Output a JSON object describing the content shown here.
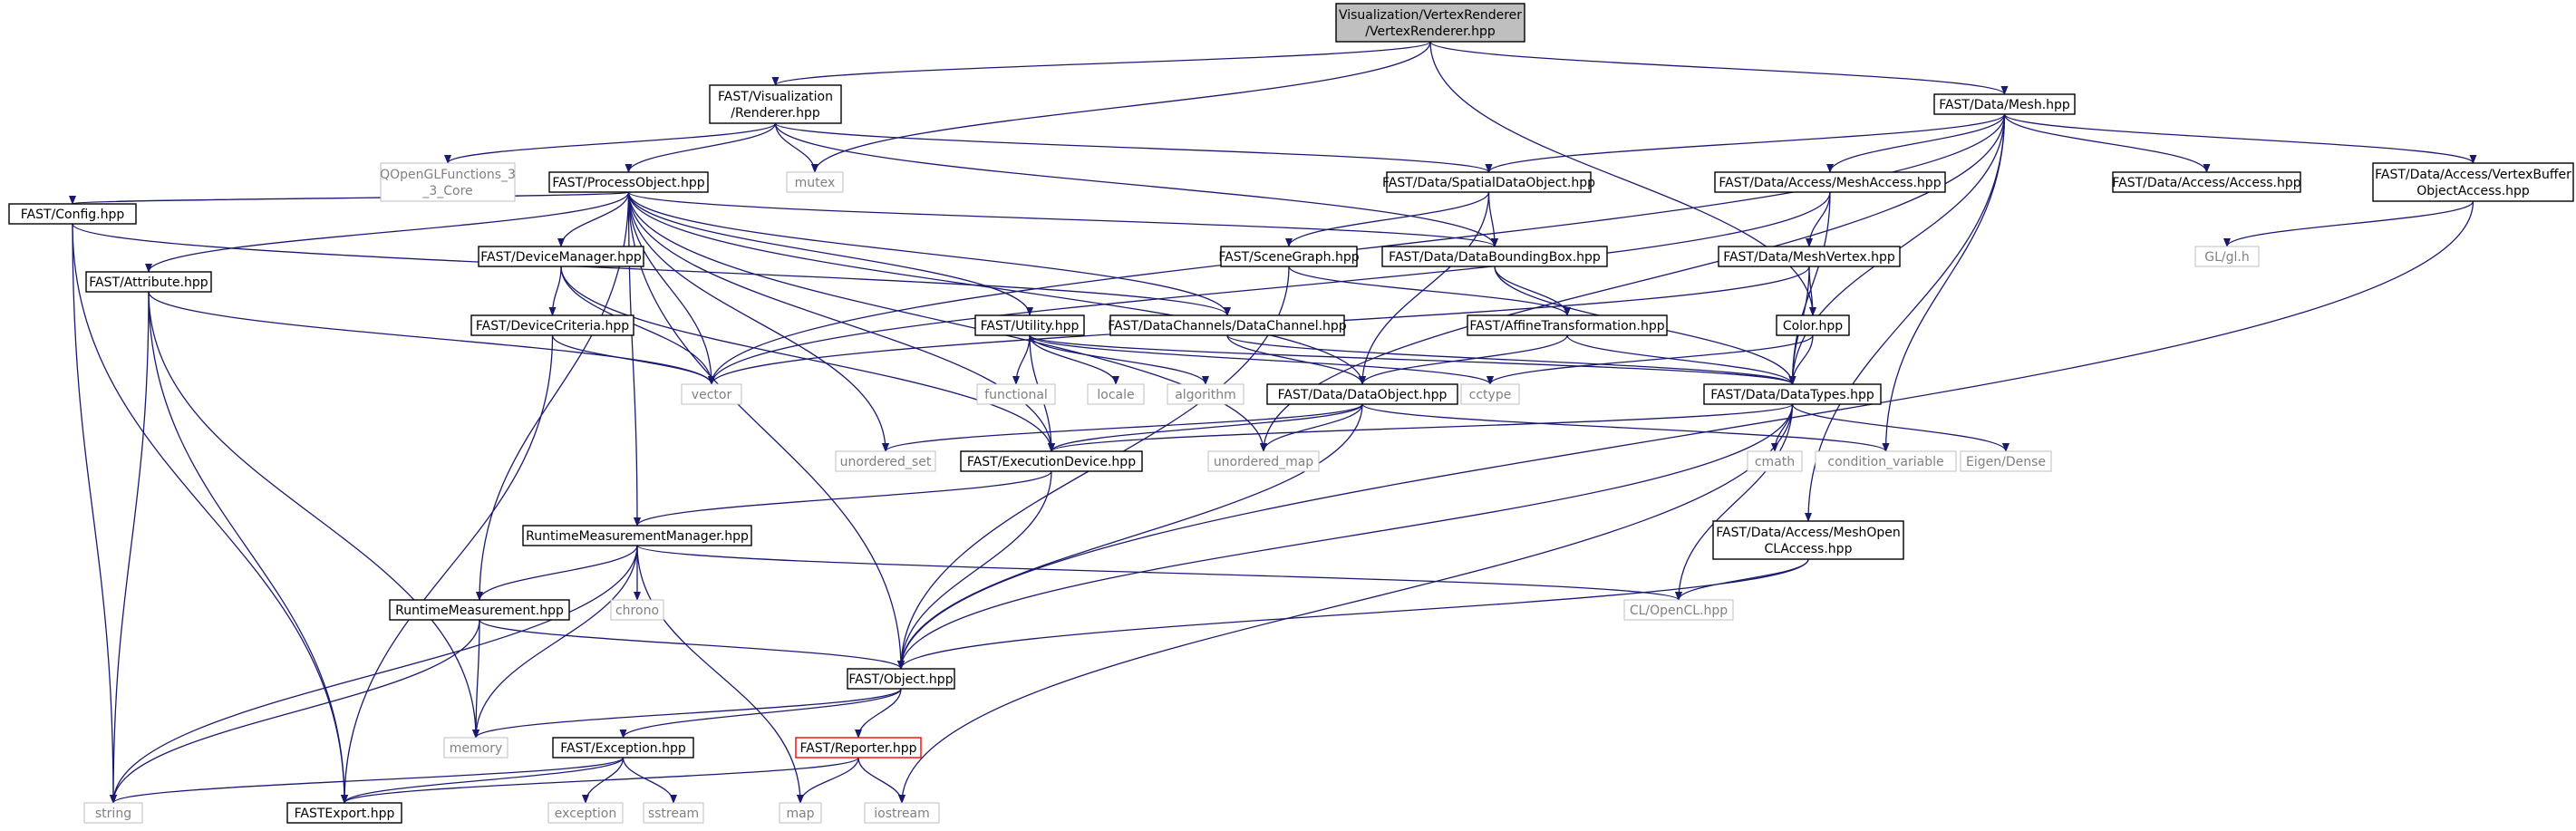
{
  "diagram": {
    "type": "include-dependency-graph",
    "nodes": [
      {
        "id": "root",
        "lines": [
          "Visualization/VertexRenderer",
          "/VertexRenderer.hpp"
        ],
        "style": "root"
      },
      {
        "id": "renderer",
        "lines": [
          "FAST/Visualization",
          "/Renderer.hpp"
        ]
      },
      {
        "id": "mesh",
        "lines": [
          "FAST/Data/Mesh.hpp"
        ]
      },
      {
        "id": "qopengl",
        "lines": [
          "QOpenGLFunctions_3",
          "_3_Core"
        ],
        "style": "sys"
      },
      {
        "id": "mutex",
        "lines": [
          "mutex"
        ],
        "style": "sys"
      },
      {
        "id": "processobject",
        "lines": [
          "FAST/ProcessObject.hpp"
        ]
      },
      {
        "id": "spatialdataobject",
        "lines": [
          "FAST/Data/SpatialDataObject.hpp"
        ]
      },
      {
        "id": "meshaccess",
        "lines": [
          "FAST/Data/Access/MeshAccess.hpp"
        ]
      },
      {
        "id": "access",
        "lines": [
          "FAST/Data/Access/Access.hpp"
        ]
      },
      {
        "id": "vbo",
        "lines": [
          "FAST/Data/Access/VertexBuffer",
          "ObjectAccess.hpp"
        ]
      },
      {
        "id": "config",
        "lines": [
          "FAST/Config.hpp"
        ]
      },
      {
        "id": "devicemanager",
        "lines": [
          "FAST/DeviceManager.hpp"
        ]
      },
      {
        "id": "scenegraph",
        "lines": [
          "FAST/SceneGraph.hpp"
        ]
      },
      {
        "id": "databoundingbox",
        "lines": [
          "FAST/Data/DataBoundingBox.hpp"
        ]
      },
      {
        "id": "meshvertex",
        "lines": [
          "FAST/Data/MeshVertex.hpp"
        ]
      },
      {
        "id": "glgl",
        "lines": [
          "GL/gl.h"
        ],
        "style": "sys"
      },
      {
        "id": "attribute",
        "lines": [
          "FAST/Attribute.hpp"
        ]
      },
      {
        "id": "devicecriteria",
        "lines": [
          "FAST/DeviceCriteria.hpp"
        ]
      },
      {
        "id": "utility",
        "lines": [
          "FAST/Utility.hpp"
        ]
      },
      {
        "id": "datachannel",
        "lines": [
          "FAST/DataChannels/DataChannel.hpp"
        ]
      },
      {
        "id": "affine",
        "lines": [
          "FAST/AffineTransformation.hpp"
        ]
      },
      {
        "id": "color",
        "lines": [
          "Color.hpp"
        ]
      },
      {
        "id": "vector",
        "lines": [
          "vector"
        ],
        "style": "sys"
      },
      {
        "id": "functional",
        "lines": [
          "functional"
        ],
        "style": "sys"
      },
      {
        "id": "locale",
        "lines": [
          "locale"
        ],
        "style": "sys"
      },
      {
        "id": "algorithm",
        "lines": [
          "algorithm"
        ],
        "style": "sys"
      },
      {
        "id": "dataobject",
        "lines": [
          "FAST/Data/DataObject.hpp"
        ]
      },
      {
        "id": "cctype",
        "lines": [
          "cctype"
        ],
        "style": "sys"
      },
      {
        "id": "datatypes",
        "lines": [
          "FAST/Data/DataTypes.hpp"
        ]
      },
      {
        "id": "unordered_set",
        "lines": [
          "unordered_set"
        ],
        "style": "sys"
      },
      {
        "id": "executiondevice",
        "lines": [
          "FAST/ExecutionDevice.hpp"
        ]
      },
      {
        "id": "unordered_map",
        "lines": [
          "unordered_map"
        ],
        "style": "sys"
      },
      {
        "id": "cmath",
        "lines": [
          "cmath"
        ],
        "style": "sys"
      },
      {
        "id": "condvar",
        "lines": [
          "condition_variable"
        ],
        "style": "sys"
      },
      {
        "id": "eigen",
        "lines": [
          "Eigen/Dense"
        ],
        "style": "sys"
      },
      {
        "id": "runtimemanager",
        "lines": [
          "RuntimeMeasurementManager.hpp"
        ]
      },
      {
        "id": "meshopencl",
        "lines": [
          "FAST/Data/Access/MeshOpen",
          "CLAccess.hpp"
        ]
      },
      {
        "id": "chrono",
        "lines": [
          "chrono"
        ],
        "style": "sys"
      },
      {
        "id": "runtimemeasurement",
        "lines": [
          "RuntimeMeasurement.hpp"
        ]
      },
      {
        "id": "opencl",
        "lines": [
          "CL/OpenCL.hpp"
        ],
        "style": "sys"
      },
      {
        "id": "object",
        "lines": [
          "FAST/Object.hpp"
        ]
      },
      {
        "id": "memory",
        "lines": [
          "memory"
        ],
        "style": "sys"
      },
      {
        "id": "exception_h",
        "lines": [
          "FAST/Exception.hpp"
        ]
      },
      {
        "id": "reporter",
        "lines": [
          "FAST/Reporter.hpp"
        ],
        "style": "red"
      },
      {
        "id": "string",
        "lines": [
          "string"
        ],
        "style": "sys"
      },
      {
        "id": "fastexport",
        "lines": [
          "FASTExport.hpp"
        ]
      },
      {
        "id": "exception",
        "lines": [
          "exception"
        ],
        "style": "sys"
      },
      {
        "id": "sstream",
        "lines": [
          "sstream"
        ],
        "style": "sys"
      },
      {
        "id": "map",
        "lines": [
          "map"
        ],
        "style": "sys"
      },
      {
        "id": "iostream",
        "lines": [
          "iostream"
        ],
        "style": "sys"
      }
    ],
    "edges": [
      [
        "root",
        "renderer"
      ],
      [
        "root",
        "mesh"
      ],
      [
        "root",
        "mutex"
      ],
      [
        "root",
        "color"
      ],
      [
        "renderer",
        "qopengl"
      ],
      [
        "renderer",
        "mutex"
      ],
      [
        "renderer",
        "processobject"
      ],
      [
        "renderer",
        "spatialdataobject"
      ],
      [
        "renderer",
        "databoundingbox"
      ],
      [
        "mesh",
        "spatialdataobject"
      ],
      [
        "mesh",
        "meshaccess"
      ],
      [
        "mesh",
        "access"
      ],
      [
        "mesh",
        "vbo"
      ],
      [
        "mesh",
        "vector"
      ],
      [
        "mesh",
        "datatypes"
      ],
      [
        "mesh",
        "condvar"
      ],
      [
        "mesh",
        "unordered_map"
      ],
      [
        "mesh",
        "meshopencl"
      ],
      [
        "processobject",
        "config"
      ],
      [
        "processobject",
        "devicemanager"
      ],
      [
        "processobject",
        "attribute"
      ],
      [
        "processobject",
        "utility"
      ],
      [
        "processobject",
        "datachannel"
      ],
      [
        "processobject",
        "vector"
      ],
      [
        "processobject",
        "dataobject"
      ],
      [
        "processobject",
        "unordered_set"
      ],
      [
        "processobject",
        "executiondevice"
      ],
      [
        "processobject",
        "unordered_map"
      ],
      [
        "processobject",
        "runtimemanager"
      ],
      [
        "processobject",
        "runtimemeasurement"
      ],
      [
        "processobject",
        "object"
      ],
      [
        "processobject",
        "databoundingbox"
      ],
      [
        "spatialdataobject",
        "scenegraph"
      ],
      [
        "spatialdataobject",
        "databoundingbox"
      ],
      [
        "spatialdataobject",
        "dataobject"
      ],
      [
        "meshaccess",
        "meshvertex"
      ],
      [
        "meshaccess",
        "datatypes"
      ],
      [
        "meshaccess",
        "vector"
      ],
      [
        "vbo",
        "glgl"
      ],
      [
        "vbo",
        "object"
      ],
      [
        "config",
        "datachannel"
      ],
      [
        "config",
        "string"
      ],
      [
        "config",
        "fastexport"
      ],
      [
        "devicemanager",
        "devicecriteria"
      ],
      [
        "devicemanager",
        "vector"
      ],
      [
        "devicemanager",
        "executiondevice"
      ],
      [
        "scenegraph",
        "affine"
      ],
      [
        "scenegraph",
        "object"
      ],
      [
        "databoundingbox",
        "affine"
      ],
      [
        "databoundingbox",
        "datatypes"
      ],
      [
        "meshvertex",
        "color"
      ],
      [
        "meshvertex",
        "datatypes"
      ],
      [
        "meshvertex",
        "vector"
      ],
      [
        "attribute",
        "vector"
      ],
      [
        "attribute",
        "string"
      ],
      [
        "attribute",
        "fastexport"
      ],
      [
        "attribute",
        "memory"
      ],
      [
        "devicecriteria",
        "vector"
      ],
      [
        "devicecriteria",
        "fastexport"
      ],
      [
        "utility",
        "functional"
      ],
      [
        "utility",
        "locale"
      ],
      [
        "utility",
        "algorithm"
      ],
      [
        "utility",
        "cctype"
      ],
      [
        "utility",
        "datatypes"
      ],
      [
        "utility",
        "executiondevice"
      ],
      [
        "datachannel",
        "dataobject"
      ],
      [
        "datachannel",
        "datatypes"
      ],
      [
        "affine",
        "dataobject"
      ],
      [
        "affine",
        "datatypes"
      ],
      [
        "color",
        "cctype"
      ],
      [
        "color",
        "datatypes"
      ],
      [
        "dataobject",
        "unordered_set"
      ],
      [
        "dataobject",
        "executiondevice"
      ],
      [
        "dataobject",
        "unordered_map"
      ],
      [
        "dataobject",
        "condvar"
      ],
      [
        "dataobject",
        "object"
      ],
      [
        "datatypes",
        "executiondevice"
      ],
      [
        "datatypes",
        "cmath"
      ],
      [
        "datatypes",
        "eigen"
      ],
      [
        "datatypes",
        "opencl"
      ],
      [
        "datatypes",
        "object"
      ],
      [
        "datatypes",
        "iostream"
      ],
      [
        "executiondevice",
        "runtimemanager"
      ],
      [
        "executiondevice",
        "object"
      ],
      [
        "runtimemanager",
        "runtimemeasurement"
      ],
      [
        "runtimemanager",
        "chrono"
      ],
      [
        "runtimemanager",
        "opencl"
      ],
      [
        "runtimemanager",
        "string"
      ],
      [
        "runtimemanager",
        "memory"
      ],
      [
        "runtimemanager",
        "map"
      ],
      [
        "meshopencl",
        "opencl"
      ],
      [
        "meshopencl",
        "object"
      ],
      [
        "runtimemeasurement",
        "object"
      ],
      [
        "runtimemeasurement",
        "memory"
      ],
      [
        "runtimemeasurement",
        "string"
      ],
      [
        "object",
        "memory"
      ],
      [
        "object",
        "exception_h"
      ],
      [
        "object",
        "reporter"
      ],
      [
        "exception_h",
        "string"
      ],
      [
        "exception_h",
        "fastexport"
      ],
      [
        "exception_h",
        "exception"
      ],
      [
        "exception_h",
        "sstream"
      ],
      [
        "reporter",
        "fastexport"
      ],
      [
        "reporter",
        "map"
      ],
      [
        "reporter",
        "iostream"
      ]
    ]
  }
}
